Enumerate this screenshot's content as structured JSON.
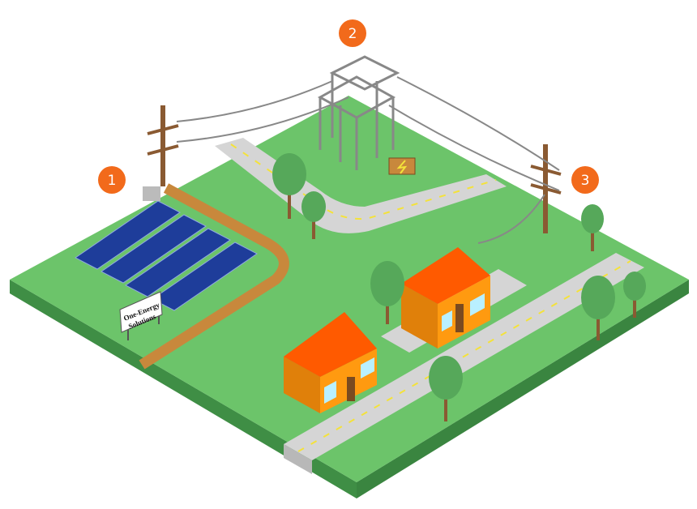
{
  "sign": {
    "line1": "One-Energy",
    "line2": "Solutions"
  },
  "badges": [
    {
      "label": "1",
      "target": "solar-farm"
    },
    {
      "label": "2",
      "target": "substation"
    },
    {
      "label": "3",
      "target": "utility-pole"
    }
  ],
  "colors": {
    "grass": "#6cc46a",
    "grass_side": "#3f8e45",
    "road": "#d5d5d5",
    "dash": "#f4e23a",
    "badge": "#f26a1b",
    "house_wall": "#ff9a10",
    "roof": "#ff5a00",
    "panel": "#1e3d9a",
    "path": "#c8883c"
  }
}
